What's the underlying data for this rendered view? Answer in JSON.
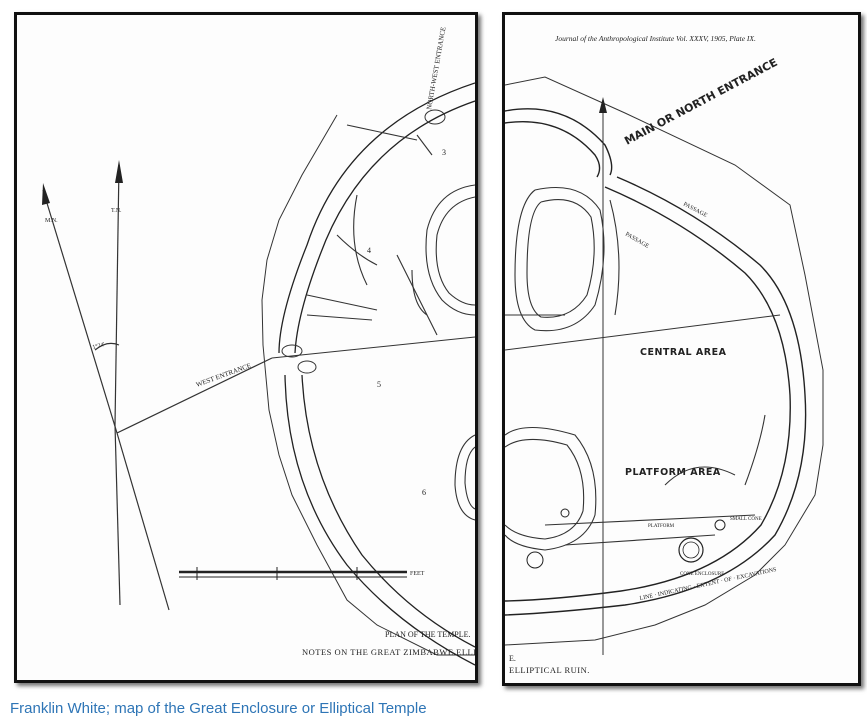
{
  "left_plan": {
    "north_west_entrance": "NORTH-WEST ENTRANCE",
    "west_entrance": "WEST ENTRANCE",
    "angle_label": "1°24'",
    "arrow_mag": "M.N.",
    "arrow_true": "T.N.",
    "scale_label": "FEET",
    "plan_caption": "PLAN OF THE TEMPLE.",
    "notes_caption": "NOTES ON THE GREAT ZIMBABWE ELLI",
    "area_numbers": [
      "3",
      "4",
      "5",
      "6"
    ]
  },
  "right_plan": {
    "journal_header": "Journal of the Anthropological Institute Vol. XXXV, 1905, Plate IX.",
    "main_entrance": "MAIN OR NORTH ENTRANCE",
    "central_area": "CENTRAL AREA",
    "platform_area": "PLATFORM AREA",
    "passage_1": "PASSAGE",
    "passage_2": "PASSAGE",
    "footer_fragment": "ELLIPTICAL RUIN.",
    "footer_left": "E.",
    "cone_enclosure": "CONE ENCLOSURE",
    "platform_label": "PLATFORM",
    "small_cone": "SMALL CONE",
    "outer_wall_note": "LINE · INDICATING · EXTENT · OF · EXCAVATIONS"
  },
  "caption": "Franklin White; map of the Great Enclosure or Elliptical Temple"
}
